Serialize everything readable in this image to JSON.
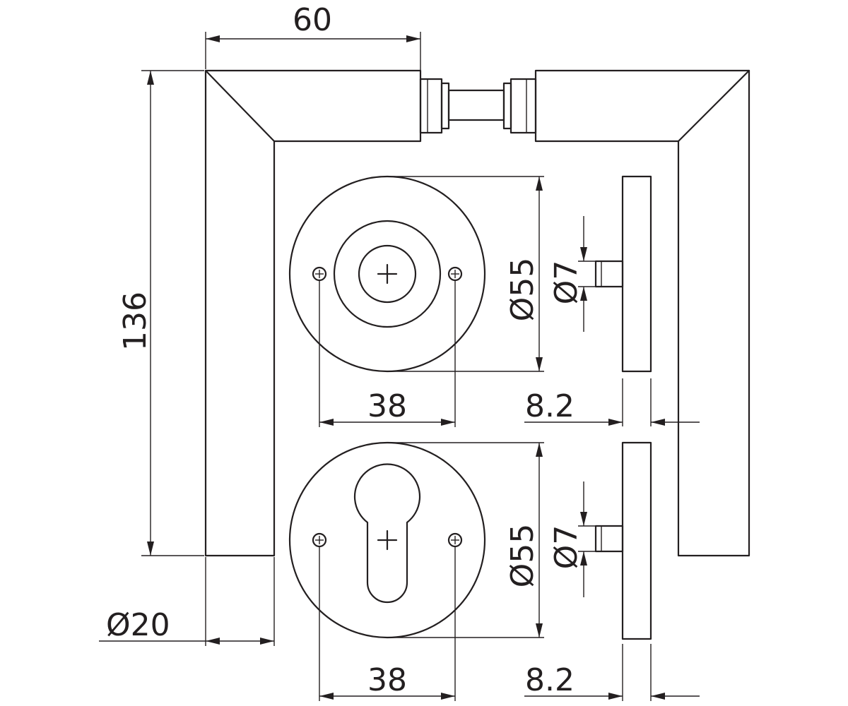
{
  "dimensions": {
    "lever_length": "60",
    "lever_height": "136",
    "lever_diameter": "Ø20",
    "rose_diameter_top": "Ø55",
    "rose_diameter_bottom": "Ø55",
    "screw_spacing_top": "38",
    "screw_spacing_bottom": "38",
    "rose_thickness_top": "8.2",
    "rose_thickness_bottom": "8.2",
    "spindle_diameter_top": "Ø7",
    "spindle_diameter_bottom": "Ø7"
  },
  "colors": {
    "line": "#231f20",
    "background": "#ffffff"
  }
}
